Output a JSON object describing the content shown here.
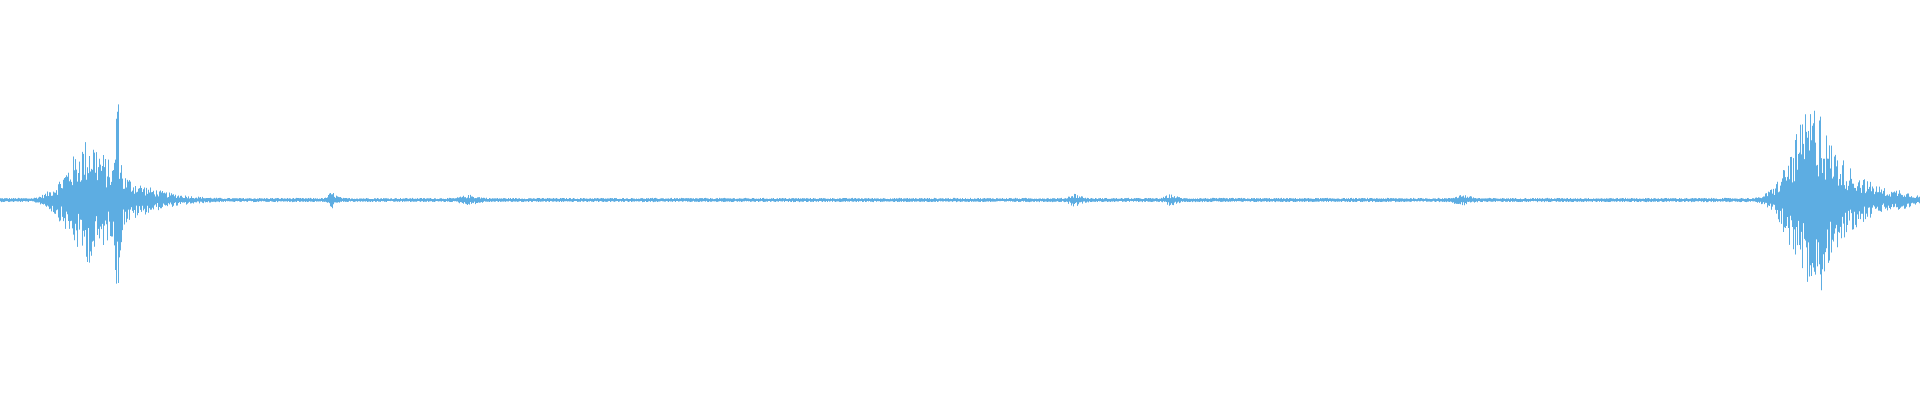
{
  "waveform": {
    "color": "#5dade2",
    "baseline_amplitude": 0.01,
    "bursts": [
      {
        "center": 0.048,
        "width": 0.04,
        "amplitude": 0.4
      },
      {
        "center": 0.061,
        "width": 0.004,
        "amplitude": 0.82
      },
      {
        "center": 0.173,
        "width": 0.008,
        "amplitude": 0.05
      },
      {
        "center": 0.245,
        "width": 0.02,
        "amplitude": 0.03
      },
      {
        "center": 0.56,
        "width": 0.012,
        "amplitude": 0.04
      },
      {
        "center": 0.61,
        "width": 0.012,
        "amplitude": 0.035
      },
      {
        "center": 0.762,
        "width": 0.016,
        "amplitude": 0.035
      },
      {
        "center": 0.945,
        "width": 0.038,
        "amplitude": 0.6
      },
      {
        "center": 0.948,
        "width": 0.004,
        "amplitude": 0.8
      },
      {
        "center": 0.99,
        "width": 0.02,
        "amplitude": 0.07
      }
    ]
  }
}
